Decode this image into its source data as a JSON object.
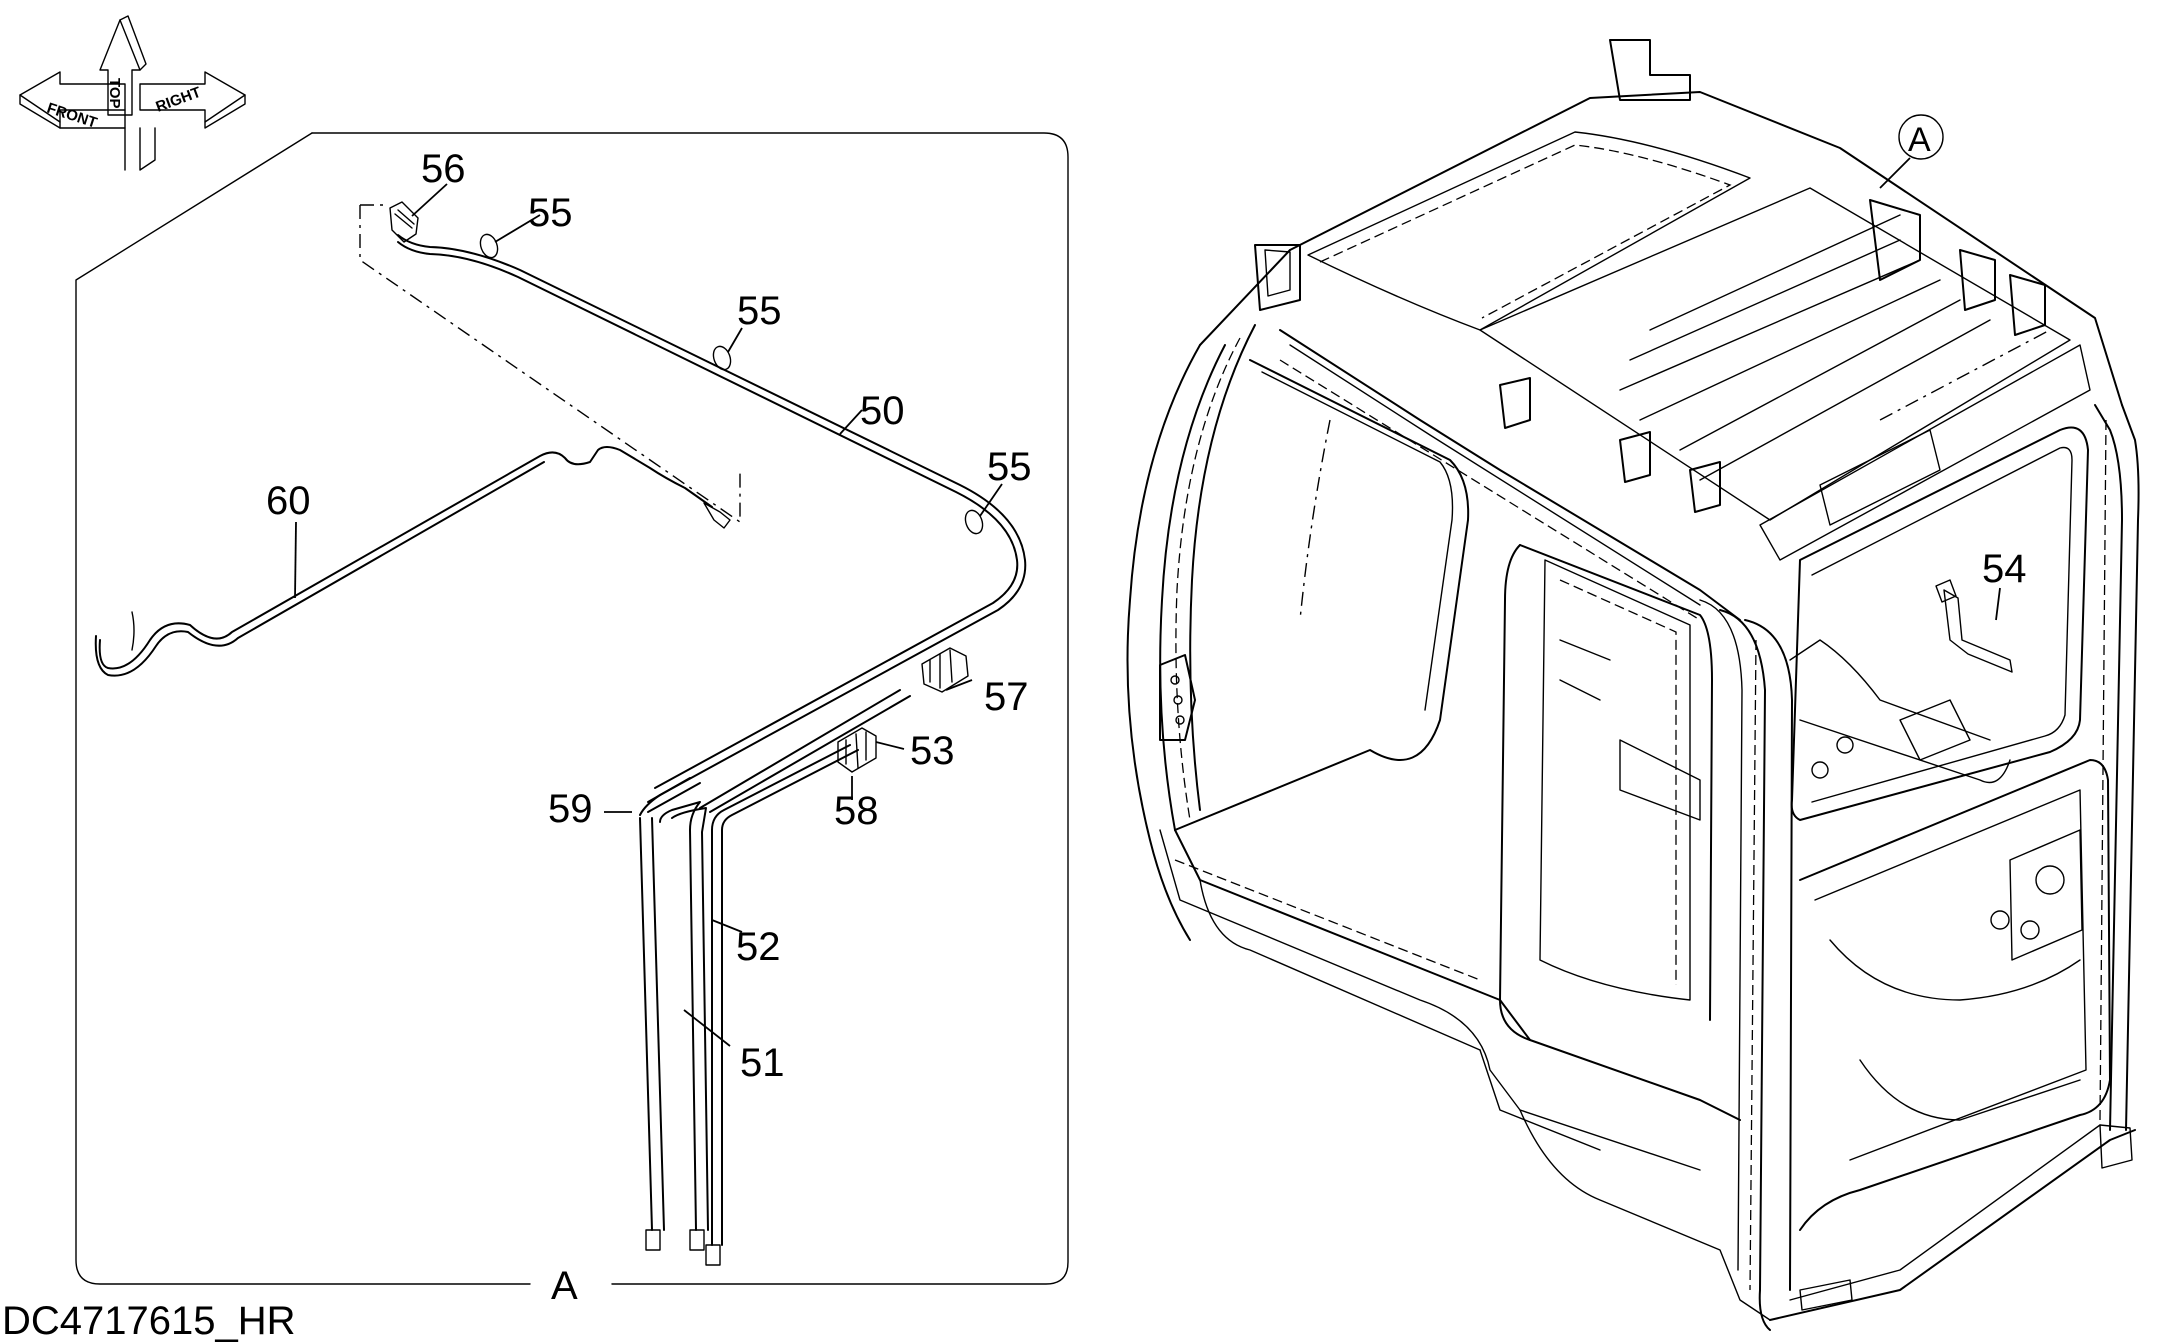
{
  "drawing_code": "DC4717615_HR",
  "detail_view_label": "A",
  "view_reference_callout": "A",
  "orientation_icon": {
    "front": "FRONT",
    "top": "TOP",
    "right": "RIGHT"
  },
  "part_callouts": {
    "p50": "50",
    "p51": "51",
    "p52": "52",
    "p53": "53",
    "p54": "54",
    "p55a": "55",
    "p55b": "55",
    "p55c": "55",
    "p56": "56",
    "p57": "57",
    "p58": "58",
    "p59": "59",
    "p60": "60"
  }
}
